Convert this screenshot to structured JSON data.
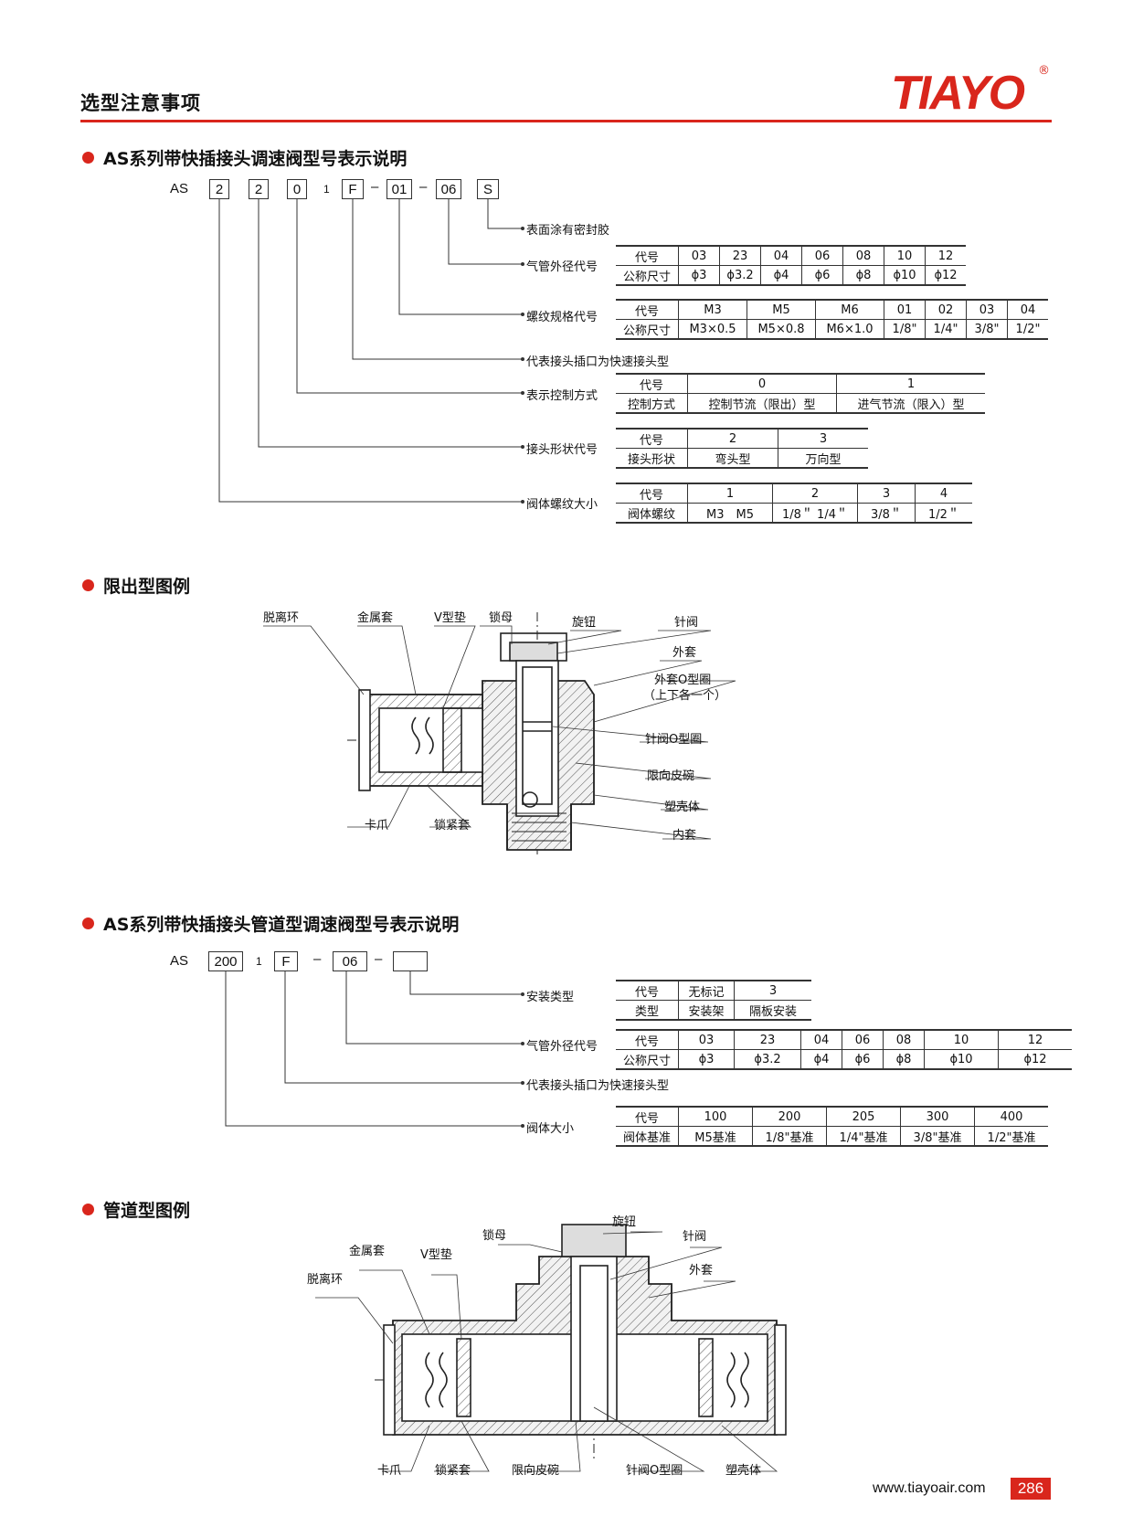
{
  "header": {
    "title": "选型注意事项",
    "logo": "TIAYO",
    "logo_mark": "®"
  },
  "sec1": {
    "title": "AS系列带快插接头调速阀型号表示说明",
    "code": {
      "prefix": "AS",
      "b1": "2",
      "b2": "2",
      "b3": "0",
      "mid": "1",
      "b4": "F",
      "d1": "–",
      "b5": "01",
      "d2": "–",
      "b6": "06",
      "b7": "S"
    },
    "labels": {
      "s": "表面涂有密封胶",
      "tube": "气管外径代号",
      "thread": "螺纹规格代号",
      "fast": "代表接头插口为快速接头型",
      "ctrl": "表示控制方式",
      "shape": "接头形状代号",
      "body": "阀体螺纹大小"
    },
    "tube_table": [
      [
        "代号",
        "03",
        "23",
        "04",
        "06",
        "08",
        "10",
        "12"
      ],
      [
        "公称尺寸",
        "ϕ3",
        "ϕ3.2",
        "ϕ4",
        "ϕ6",
        "ϕ8",
        "ϕ10",
        "ϕ12"
      ]
    ],
    "thread_table": [
      [
        "代号",
        "M3",
        "M5",
        "M6",
        "01",
        "02",
        "03",
        "04"
      ],
      [
        "公称尺寸",
        "M3×0.5",
        "M5×0.8",
        "M6×1.0",
        "1/8\"",
        "1/4\"",
        "3/8\"",
        "1/2\""
      ]
    ],
    "ctrl_table": [
      [
        "代号",
        "0",
        "1"
      ],
      [
        "控制方式",
        "控制节流（限出）型",
        "进气节流（限入）型"
      ]
    ],
    "shape_table": [
      [
        "代号",
        "2",
        "3"
      ],
      [
        "接头形状",
        "弯头型",
        "万向型"
      ]
    ],
    "body_table": [
      [
        "代号",
        "1",
        "2",
        "3",
        "4"
      ],
      [
        "阀体螺纹",
        "M3　M5",
        "1/8＂ 1/4＂",
        "3/8＂",
        "1/2＂"
      ]
    ]
  },
  "sec2": {
    "title": "限出型图例",
    "callouts": {
      "c1": "脱离环",
      "c2": "金属套",
      "c3": "V型垫",
      "c4": "锁母",
      "c5": "旋钮",
      "c6": "针阀",
      "c7": "外套",
      "c8": "外套O型圈",
      "c9": "（上下各一个）",
      "c10": "针阀O型圈",
      "c11": "限向皮碗",
      "c12": "塑壳体",
      "c13": "内套",
      "c14": "卡爪",
      "c15": "锁紧套"
    }
  },
  "sec3": {
    "title": "AS系列带快插接头管道型调速阀型号表示说明",
    "code": {
      "prefix": "AS",
      "b1": "200",
      "mid": "1",
      "b2": "F",
      "d1": "–",
      "b3": "06",
      "d2": "–",
      "b4": ""
    },
    "labels": {
      "mount": "安装类型",
      "tube": "气管外径代号",
      "fast": "代表接头插口为快速接头型",
      "body": "阀体大小"
    },
    "mount_table": [
      [
        "代号",
        "无标记",
        "3"
      ],
      [
        "类型",
        "安装架",
        "隔板安装"
      ]
    ],
    "tube_table": [
      [
        "代号",
        "03",
        "23",
        "04",
        "06",
        "08",
        "10",
        "12"
      ],
      [
        "公称尺寸",
        "ϕ3",
        "ϕ3.2",
        "ϕ4",
        "ϕ6",
        "ϕ8",
        "ϕ10",
        "ϕ12"
      ]
    ],
    "body_table": [
      [
        "代号",
        "100",
        "200",
        "205",
        "300",
        "400"
      ],
      [
        "阀体基准",
        "M5基准",
        "1/8\"基准",
        "1/4\"基准",
        "3/8\"基准",
        "1/2\"基准"
      ]
    ]
  },
  "sec4": {
    "title": "管道型图例",
    "callouts": {
      "c1": "锁母",
      "c2": "旋钮",
      "c3": "针阀",
      "c4": "金属套",
      "c5": "V型垫",
      "c6": "外套",
      "c7": "脱离环",
      "c8": "卡爪",
      "c9": "锁紧套",
      "c10": "限向皮碗",
      "c11": "针阀O型圈",
      "c12": "塑壳体"
    }
  },
  "footer": {
    "url": "www.tiayoair.com",
    "page": "286"
  }
}
